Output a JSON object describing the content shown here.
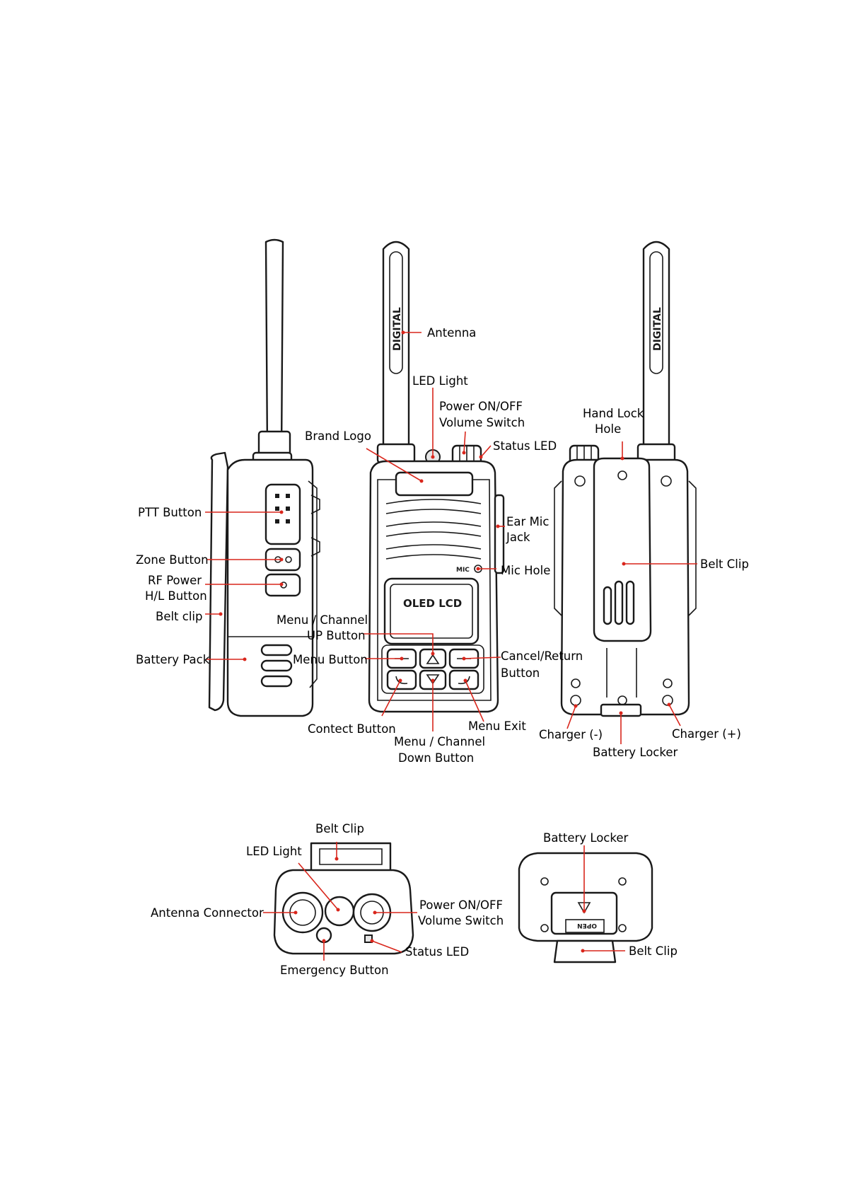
{
  "labels": {
    "antenna": "Antenna",
    "led_light": "LED Light",
    "power_volume_1": "Power ON/OFF",
    "power_volume_2": "Volume Switch",
    "status_led": "Status LED",
    "brand_logo": "Brand Logo",
    "hand_lock_1": "Hand Lock",
    "hand_lock_2": "Hole",
    "ptt_button": "PTT Button",
    "ear_mic_1": "Ear Mic",
    "ear_mic_2": "Jack",
    "zone_button": "Zone Button",
    "mic_hole": "Mic Hole",
    "belt_clip_back": "Belt Clip",
    "rf_power_1": "RF Power",
    "rf_power_2": "H/L Button",
    "belt_clip_side": "Belt clip",
    "menu_up_1": "Menu / Channel",
    "menu_up_2": "UP Button",
    "battery_pack": "Battery Pack",
    "menu_button": "Menu Button",
    "cancel_return_1": "Cancel/Return",
    "cancel_return_2": "Button",
    "contact_button": "Contect Button",
    "menu_exit": "Menu Exit",
    "charger_minus": "Charger (-)",
    "charger_plus": "Charger (+)",
    "menu_down_1": "Menu / Channel",
    "menu_down_2": "Down Button",
    "battery_locker_back": "Battery Locker",
    "top_belt_clip": "Belt Clip",
    "top_led_light": "LED Light",
    "antenna_connector": "Antenna Connector",
    "top_power_volume_1": "Power ON/OFF",
    "top_power_volume_2": "Volume Switch",
    "top_status_led": "Status LED",
    "emergency_button": "Emergency Button",
    "bottom_battery_locker": "Battery Locker",
    "bottom_belt_clip": "Belt Clip"
  },
  "device_text": {
    "antenna_print": "DIGITAL",
    "screen_text": "OLED LCD",
    "mic_print": "MIC",
    "latch_print": "OPEN"
  }
}
